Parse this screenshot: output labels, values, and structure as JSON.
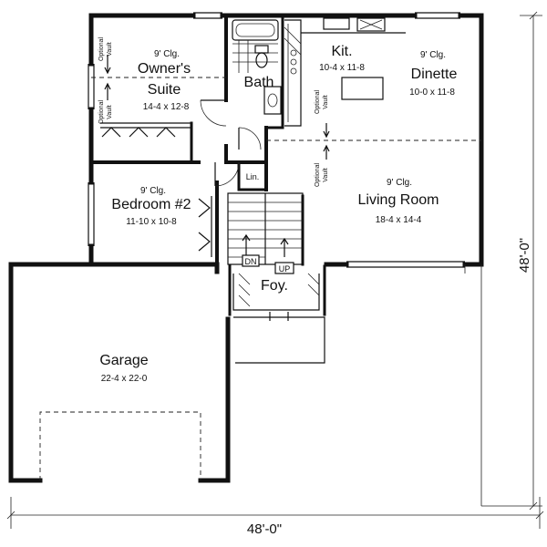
{
  "rooms": {
    "owners_suite": {
      "clg": "9' Clg.",
      "name_line1": "Owner's",
      "name_line2": "Suite",
      "dims": "14-4 x 12-8"
    },
    "bath": {
      "name": "Bath"
    },
    "kitchen": {
      "name": "Kit.",
      "dims": "10-4 x 11-8"
    },
    "dinette": {
      "clg": "9' Clg.",
      "name": "Dinette",
      "dims": "10-0 x 11-8"
    },
    "bedroom2": {
      "clg": "9' Clg.",
      "name": "Bedroom #2",
      "dims": "11-10 x 10-8"
    },
    "linen": {
      "name": "Lin."
    },
    "living_room": {
      "clg": "9' Clg.",
      "name": "Living Room",
      "dims": "18-4 x 14-4"
    },
    "foyer": {
      "name": "Foy."
    },
    "garage": {
      "name": "Garage",
      "dims": "22-4 x 22-0"
    }
  },
  "stairs": {
    "down": "DN",
    "up": "UP"
  },
  "vault_labels": {
    "line1": "Optional",
    "line2": "Vault"
  },
  "overall_dimensions": {
    "width": "48'-0\"",
    "depth": "48'-0\""
  }
}
